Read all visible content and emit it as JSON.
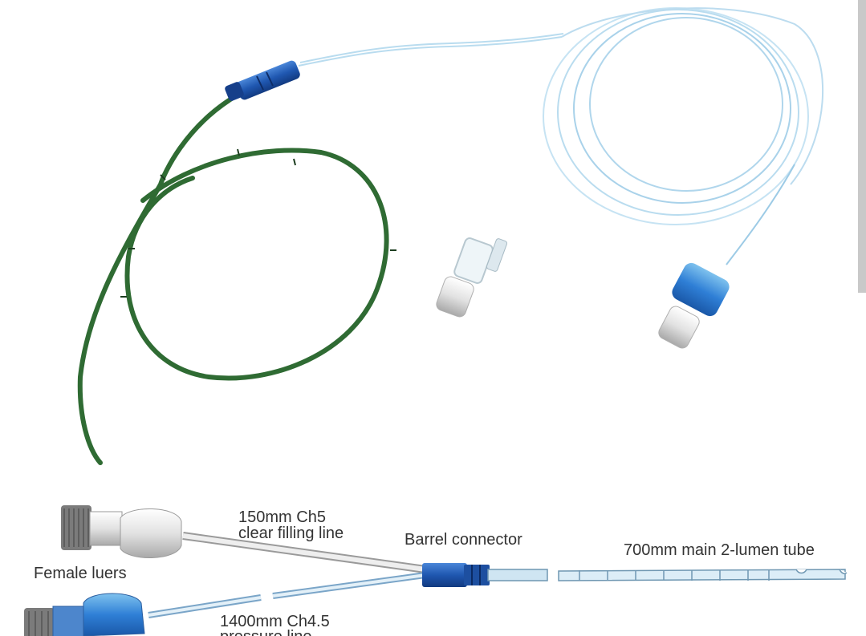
{
  "labels": {
    "filling_line_length": "150mm Ch5",
    "filling_line_desc": "clear filling line",
    "barrel_connector": "Barrel connector",
    "main_tube": "700mm main 2-lumen tube",
    "female_luers": "Female luers",
    "pressure_line_length": "1400mm Ch4.5",
    "pressure_line_desc": "pressure line"
  },
  "colors": {
    "catheter_green": "#2f6b33",
    "connector_blue": "#1f57b0",
    "clear_tube": "#b9dcef",
    "luer_white": "#e4e4e4"
  }
}
